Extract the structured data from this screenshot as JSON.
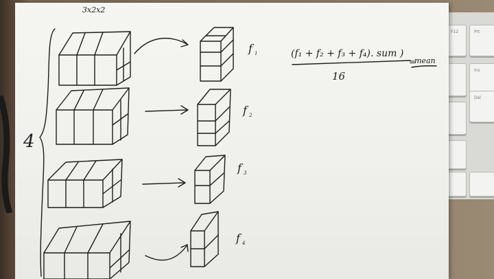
{
  "photo": {
    "dims_note": "3x2x2",
    "group_count": "4",
    "feature_labels": [
      {
        "base": "f",
        "sub": "1"
      },
      {
        "base": "f",
        "sub": "2"
      },
      {
        "base": "f",
        "sub": "3"
      },
      {
        "base": "f",
        "sub": "4"
      }
    ],
    "formula": {
      "numerator": "(f₁ + f₂ + f₃ + f₄). sum )",
      "denominator": "16",
      "equals": "=",
      "result": "mean"
    },
    "keyboard_keys": [
      "F12",
      "Prt",
      "Ins",
      "Del"
    ]
  }
}
